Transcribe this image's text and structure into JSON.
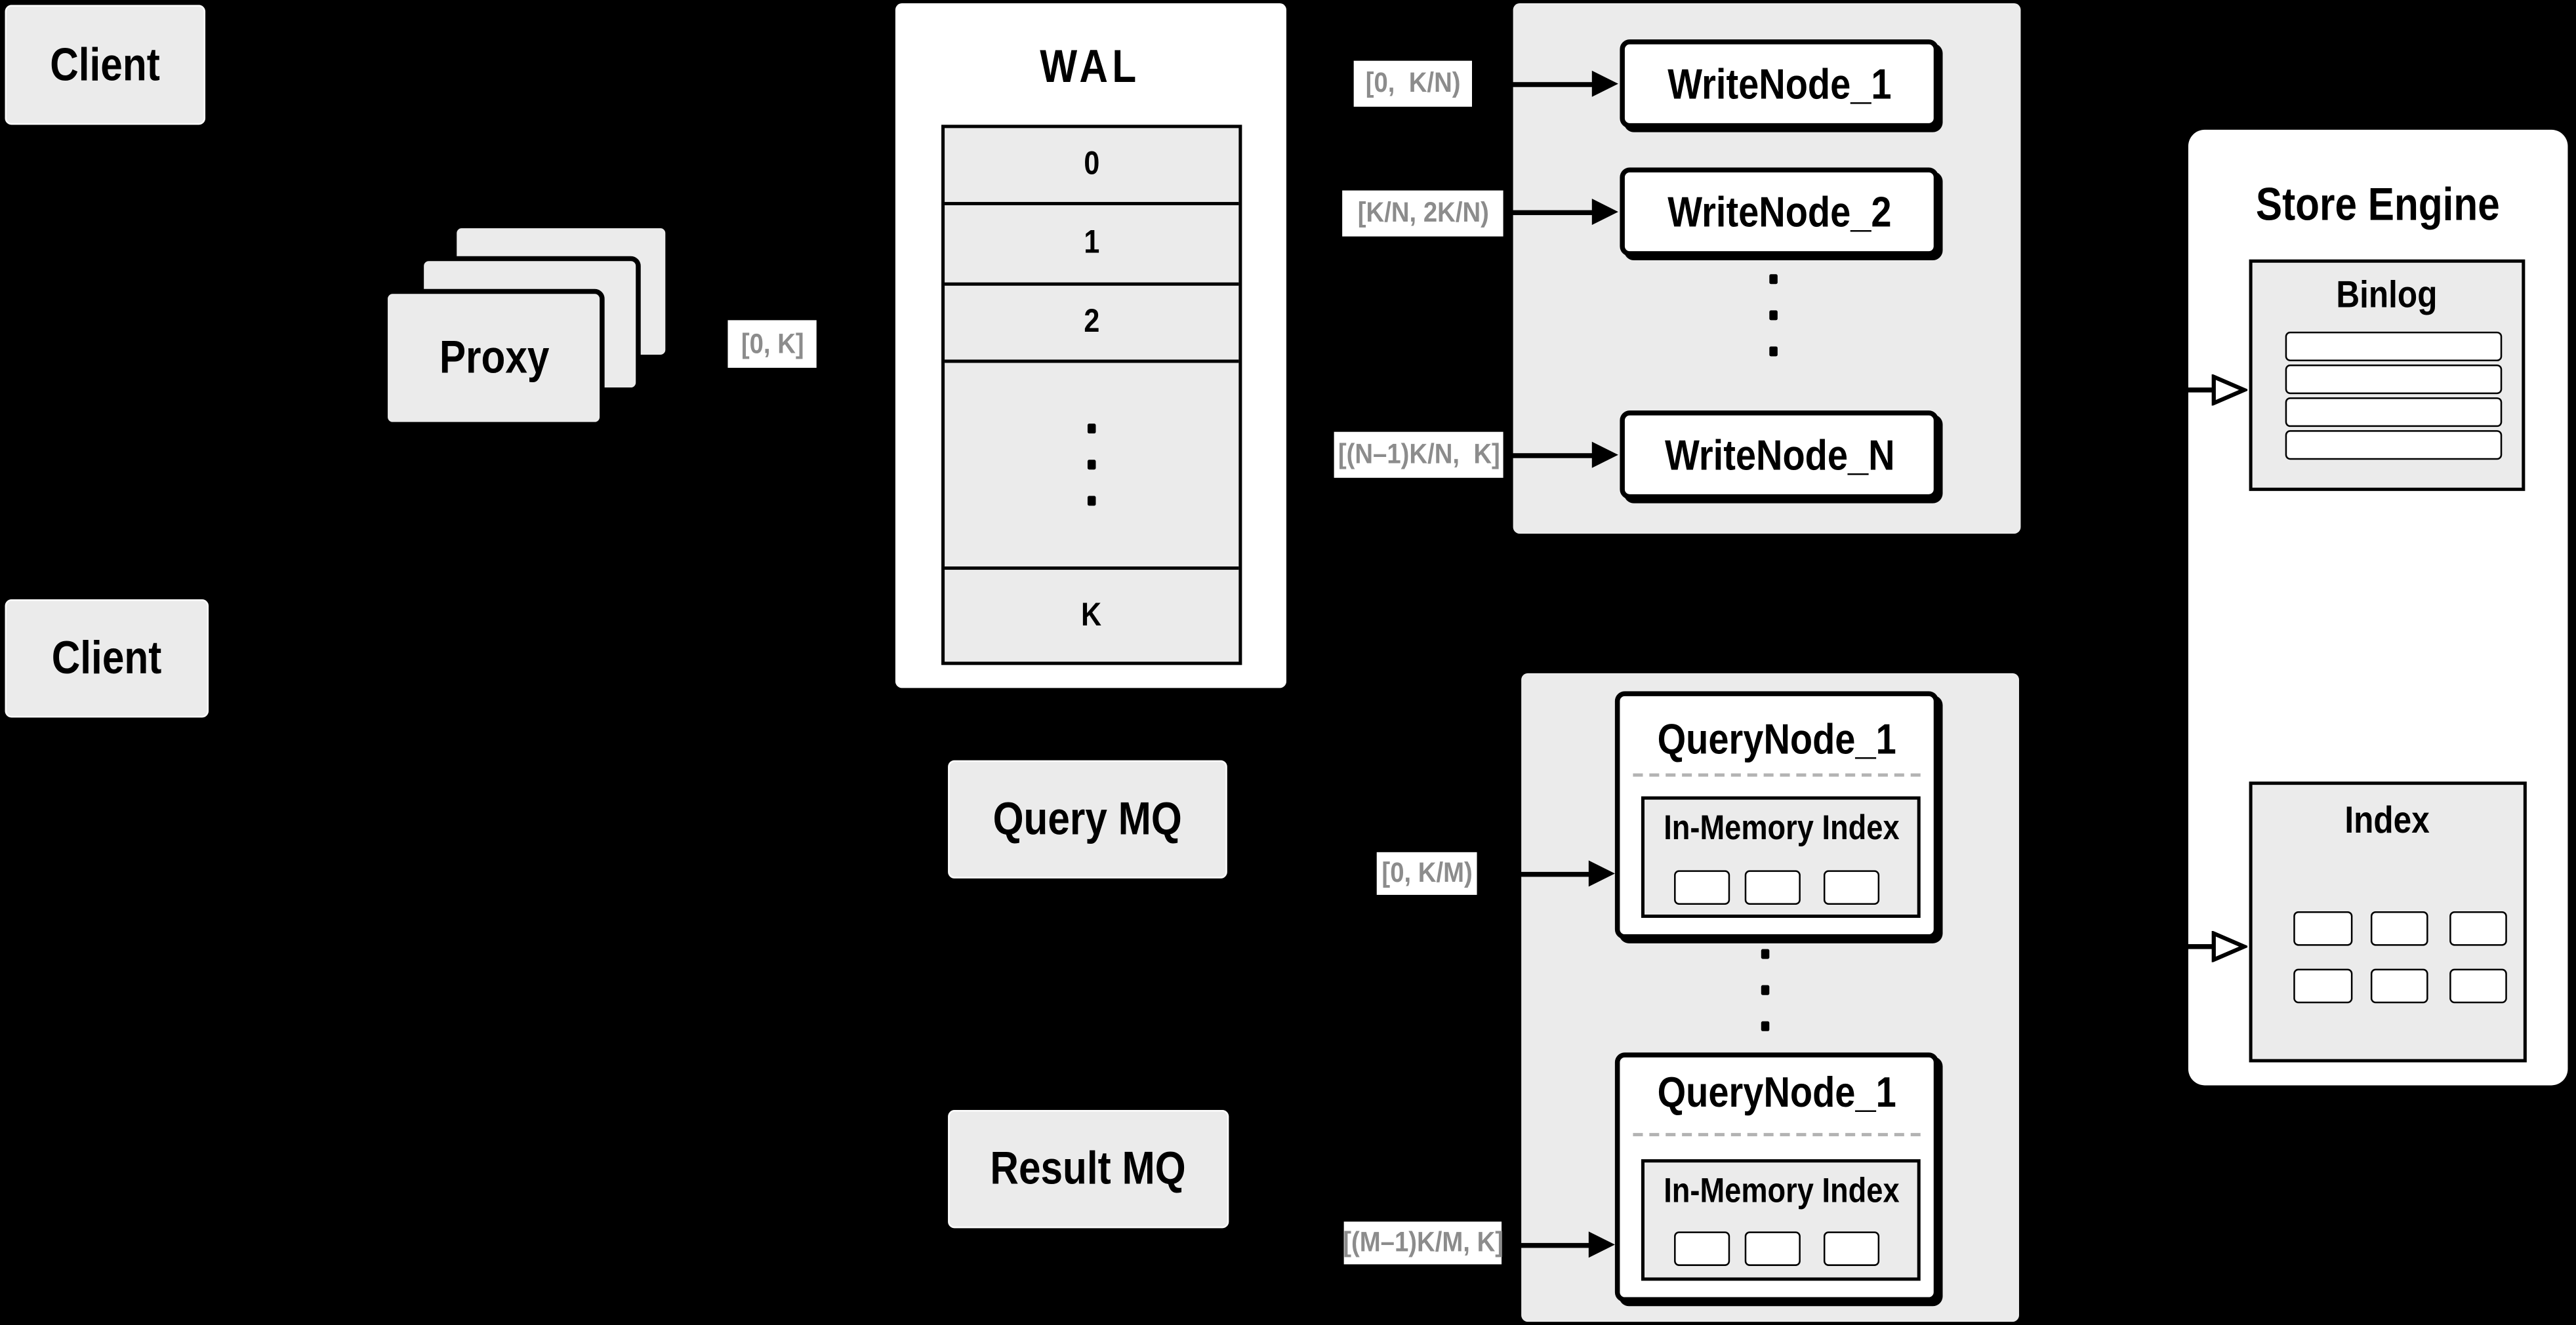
{
  "colors": {
    "background": "#000000",
    "panel_fill": "#ebebeb",
    "node_fill": "#ffffff",
    "line": "#000000",
    "range_text": "#8c8c8c",
    "dash": "#b3b3b3"
  },
  "clients": {
    "top": "Client",
    "bottom": "Client"
  },
  "proxy": {
    "label": "Proxy"
  },
  "wal": {
    "title": "WAL",
    "rows": [
      "0",
      "1",
      "2"
    ],
    "last_row": "K"
  },
  "ranges": {
    "proxy_out": "[0, K]",
    "write_1": "[0,  K/N)",
    "write_2": "[K/N, 2K/N)",
    "write_n": "[(N–1)K/N,  K]",
    "query_1": "[0, K/M)",
    "query_m": "[(M–1)K/M, K]"
  },
  "write_nodes": {
    "n1": "WriteNode_1",
    "n2": "WriteNode_2",
    "nn": "WriteNode_N"
  },
  "store_engine": {
    "title": "Store Engine",
    "binlog_title": "Binlog",
    "index_title": "Index"
  },
  "mq": {
    "query": "Query MQ",
    "result": "Result MQ"
  },
  "query_nodes": {
    "top": {
      "title": "QueryNode_1",
      "in_memory": "In-Memory Index"
    },
    "bottom": {
      "title": "QueryNode_1",
      "in_memory": "In-Memory Index"
    }
  }
}
